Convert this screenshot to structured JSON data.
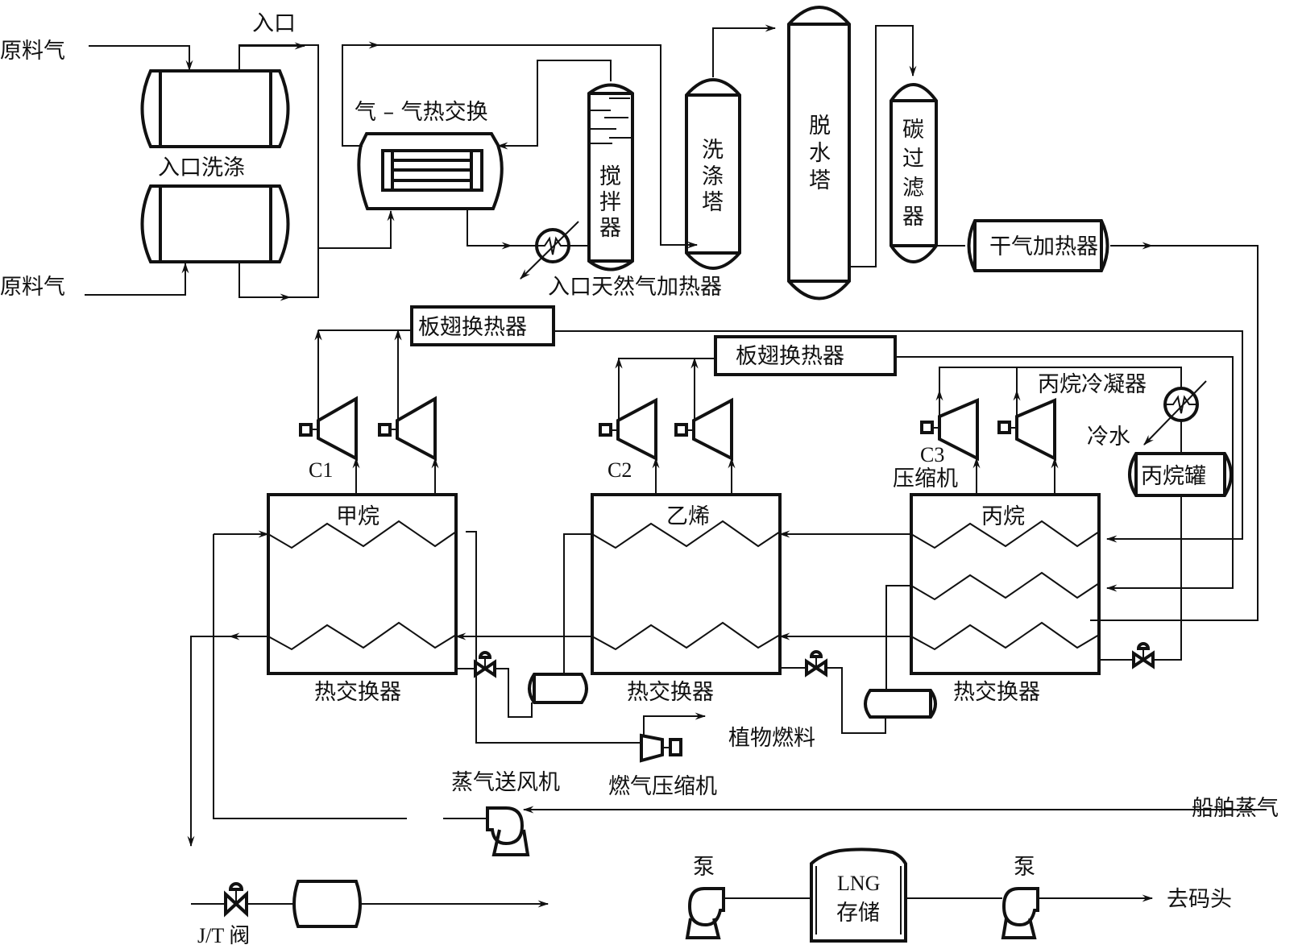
{
  "diagram": {
    "title": "LNG liquefaction process flow",
    "feed_gas_top": "原料气",
    "feed_gas_bottom": "原料气",
    "inlet": "入口",
    "inlet_scrubber": "入口洗涤",
    "gas_gas_exchanger": "气 – 气热交换",
    "mixer": [
      "搅",
      "拌",
      "器"
    ],
    "wash_tower": [
      "洗",
      "涤",
      "塔"
    ],
    "dehydration_tower": [
      "脱",
      "水",
      "塔"
    ],
    "carbon_filter": [
      "碳",
      "过",
      "滤",
      "器"
    ],
    "dry_gas_heater": "干气加热器",
    "inlet_gas_heater": "入口天然气加热器",
    "plate_fin_exchanger_1": "板翅换热器",
    "plate_fin_exchanger_2": "板翅换热器",
    "propane_condenser": "丙烷冷凝器",
    "cold_water": "冷水",
    "propane_tank": "丙烷罐",
    "compressor_c1": "C1",
    "compressor_c2": "C2",
    "compressor_c3": "C3",
    "compressor_label": "压缩机",
    "hx_methane": "甲烷",
    "hx_ethylene": "乙烯",
    "hx_propane": "丙烷",
    "heat_exchanger_1": "热交换器",
    "heat_exchanger_2": "热交换器",
    "heat_exchanger_3": "热交换器",
    "plant_fuel": "植物燃料",
    "fuel_gas_compressor": "燃气压缩机",
    "steam_blower": "蒸气送风机",
    "ship_vapor": "船舶蒸气",
    "jt_valve": "J/T 阀",
    "pump_1": "泵",
    "pump_2": "泵",
    "lng_storage_line1": "LNG",
    "lng_storage_line2": "存储",
    "to_dock": "去码头"
  }
}
